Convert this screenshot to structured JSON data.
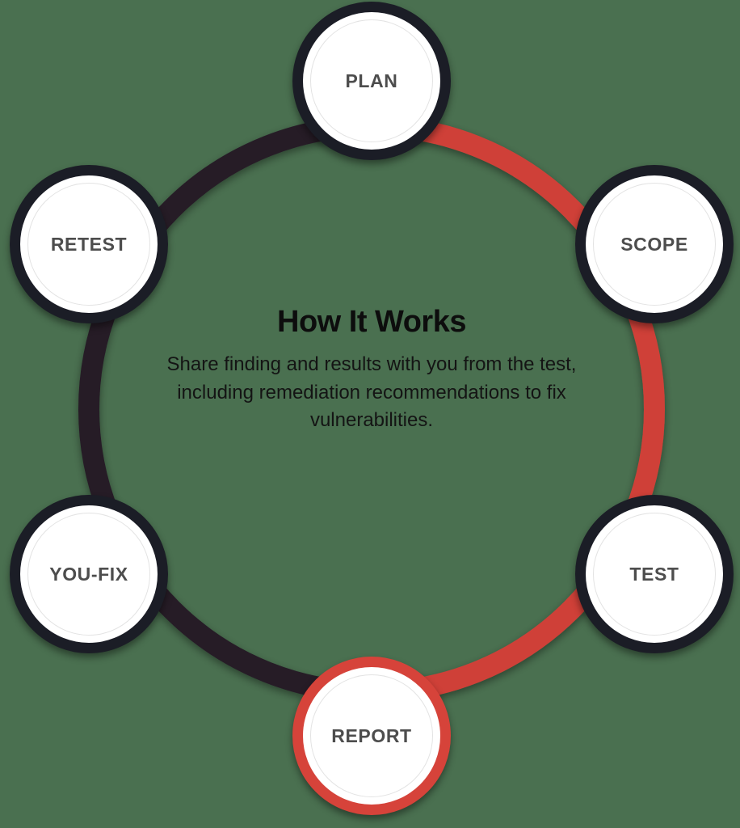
{
  "diagram": {
    "kind": "circular-process-cycle",
    "center": {
      "title": "How It Works",
      "description": "Share finding and results with you from the test, including remediation recommendations to fix vulnerabilities."
    },
    "colors": {
      "background": "#4a7050",
      "arc_completed": "#cf4038",
      "arc_pending": "#251a26",
      "node_ring_default": "#1b1d26",
      "node_ring_active": "#d6433a",
      "node_fill": "#ffffff",
      "node_inner_outline": "#e3e3e3",
      "node_label": "#4d4d4d",
      "title_text": "#0d0d0d",
      "body_text": "#141414"
    },
    "nodes": [
      {
        "id": "plan",
        "label": "PLAN",
        "state": "default",
        "order": 1,
        "angle_deg": 270
      },
      {
        "id": "scope",
        "label": "SCOPE",
        "state": "default",
        "order": 2,
        "angle_deg": 330
      },
      {
        "id": "test",
        "label": "TEST",
        "state": "default",
        "order": 3,
        "angle_deg": 30
      },
      {
        "id": "report",
        "label": "REPORT",
        "state": "active",
        "order": 4,
        "angle_deg": 90
      },
      {
        "id": "youfix",
        "label": "YOU-FIX",
        "state": "default",
        "order": 5,
        "angle_deg": 150
      },
      {
        "id": "retest",
        "label": "RETEST",
        "state": "default",
        "order": 6,
        "angle_deg": 210
      }
    ],
    "arcs": [
      {
        "id": "arc-completed",
        "from": "plan",
        "to": "report",
        "color": "#cf4038",
        "direction": "clockwise"
      },
      {
        "id": "arc-pending",
        "from": "report",
        "to": "plan",
        "color": "#251a26",
        "direction": "clockwise"
      }
    ]
  }
}
